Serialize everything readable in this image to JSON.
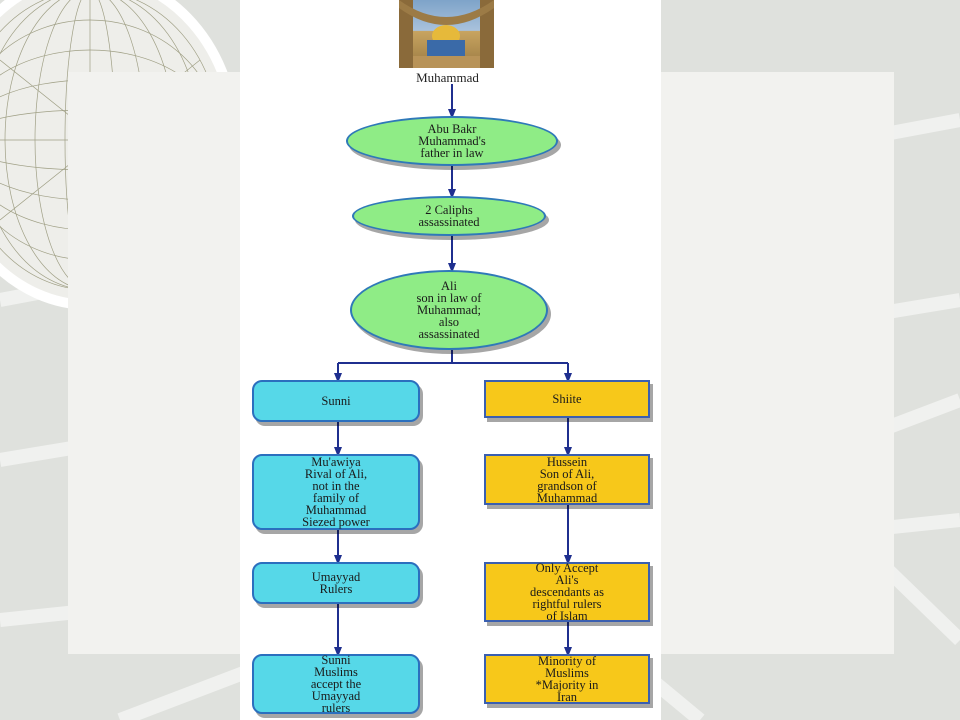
{
  "diagram": {
    "top_caption": "Muhammad",
    "center": [
      {
        "id": "abu-bakr",
        "text": "Abu Bakr\nMuhammad's\nfather in law"
      },
      {
        "id": "caliphs",
        "text": "2 Caliphs\nassassinated"
      },
      {
        "id": "ali",
        "text": "Ali\nson in law of\nMuhammad;\nalso\nassassinated"
      }
    ],
    "left": [
      {
        "id": "sunni",
        "text": "Sunni"
      },
      {
        "id": "muawiya",
        "text": "Mu'awiya\nRival of Ali,\nnot in the\nfamily of\nMuhammad\nSiezed power"
      },
      {
        "id": "umayyad",
        "text": "Umayyad\nRulers"
      },
      {
        "id": "sunni-muslims",
        "text": "Sunni\nMuslims\naccept the\nUmayyad\nrulers"
      }
    ],
    "right": [
      {
        "id": "shiite",
        "text": "Shiite"
      },
      {
        "id": "hussein",
        "text": "Hussein\nSon of Ali,\ngrandson of\nMuhammad"
      },
      {
        "id": "only-accept",
        "text": "Only Accept\nAli's\ndescendants as\nrightful rulers\nof Islam"
      },
      {
        "id": "minority",
        "text": "Minority of\nMuslims\n*Majority in\nIran"
      }
    ],
    "colors": {
      "ellipse_fill": "#8fec86",
      "sunni_fill": "#56d8e8",
      "shiite_fill": "#f7c81a",
      "connector": "#1f2f8f"
    }
  }
}
